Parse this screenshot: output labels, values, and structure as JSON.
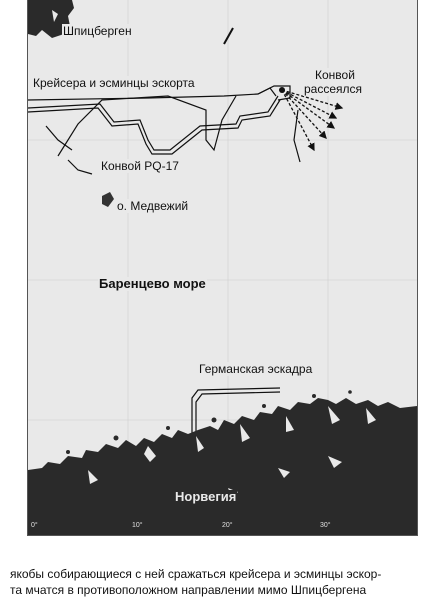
{
  "map": {
    "labels": {
      "spitsbergen": "Шпицберген",
      "escort": "Крейсера и эсминцы эскорта",
      "convoy_scattered_1": "Конвой",
      "convoy_scattered_2": "рассеялся",
      "convoy": "Конвой PQ-17",
      "bear_island": "о. Медвежий",
      "barents_sea": "Баренцево море",
      "german_squadron": "Германская эскадра",
      "norway": "Норвегия"
    },
    "ticks": [
      "0°",
      "10°",
      "20°",
      "30°"
    ],
    "colors": {
      "water": "#e9e9e9",
      "land": "#2a2a2a",
      "route": "#111111"
    }
  },
  "caption": {
    "line1": "якобы собирающиеся с ней сражаться крейсера и эсминцы эскор-",
    "line2": "та мчатся в противоположном направлении мимо Шпицбергена"
  }
}
